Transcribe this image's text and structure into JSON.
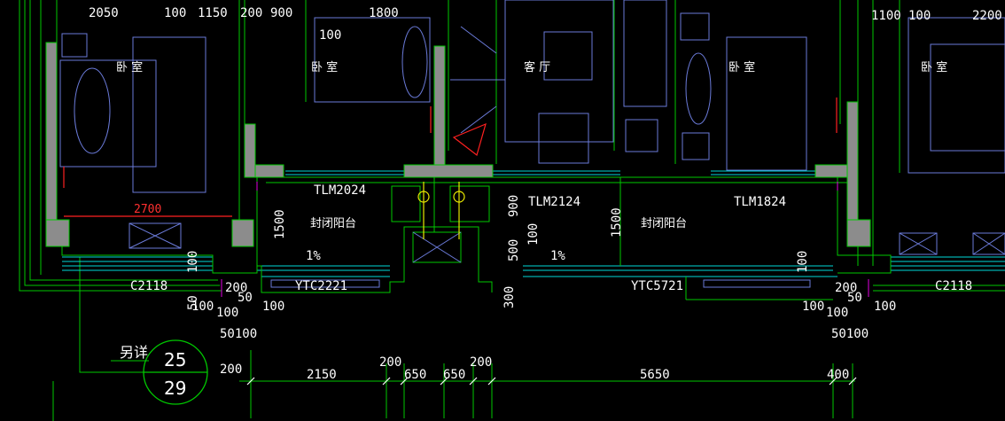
{
  "colors": {
    "background": "#000000",
    "wall": "#8c8c8c",
    "line_green": "#00c800",
    "line_cyan": "#00d8d8",
    "line_blue": "#6a7ad8",
    "line_yellow": "#e8e800",
    "line_magenta": "#e000e0",
    "line_red": "#ff2020",
    "text": "#ffffff"
  },
  "rooms": {
    "bedroom_1": "卧 室",
    "bedroom_2": "卧 室",
    "living_room": "客 厅",
    "bedroom_3": "卧 室",
    "bedroom_4": "卧 室",
    "balcony_left": "封闭阳台",
    "balcony_right": "封闭阳台"
  },
  "doors": {
    "tlm_left": "TLM2024",
    "tlm_mid": "TLM2124",
    "tlm_right": "TLM1824"
  },
  "windows": {
    "c_left": "C2118",
    "c_right": "C2118",
    "ytc_left": "YTC2221",
    "ytc_right": "YTC5721"
  },
  "slopes": {
    "left": "1%",
    "right": "1%"
  },
  "top_dims": {
    "d1": "2050",
    "d2": "100",
    "d3": "1150",
    "d4": "200",
    "d5": "900",
    "d6": "1800",
    "d7": "1100",
    "d8": "100",
    "d9": "2200"
  },
  "inner_dims": {
    "d_100_top": "100",
    "d_red_2700": "2700",
    "d_1500_left": "1500",
    "d_900": "900",
    "d_500": "500",
    "d_100_mid": "100",
    "d_1500_right": "1500",
    "d_300": "300",
    "d_100_left": "100",
    "d_100_right": "100"
  },
  "left_detail_dims": {
    "a": "50",
    "b": "200",
    "c": "50",
    "d": "100",
    "e": "100",
    "f": "100",
    "g": "50100"
  },
  "right_detail_dims": {
    "a": "200",
    "b": "50",
    "c": "100",
    "d": "100",
    "e": "100",
    "f": "50100"
  },
  "bottom_dims": {
    "d_200_left": "200",
    "d_2150": "2150",
    "d_200_a": "200",
    "d_650_a": "650",
    "d_650_b": "650",
    "d_200_b": "200",
    "d_5650": "5650",
    "d_400": "400"
  },
  "detail_callout": {
    "note": "另详",
    "top": "25",
    "bottom": "29"
  }
}
